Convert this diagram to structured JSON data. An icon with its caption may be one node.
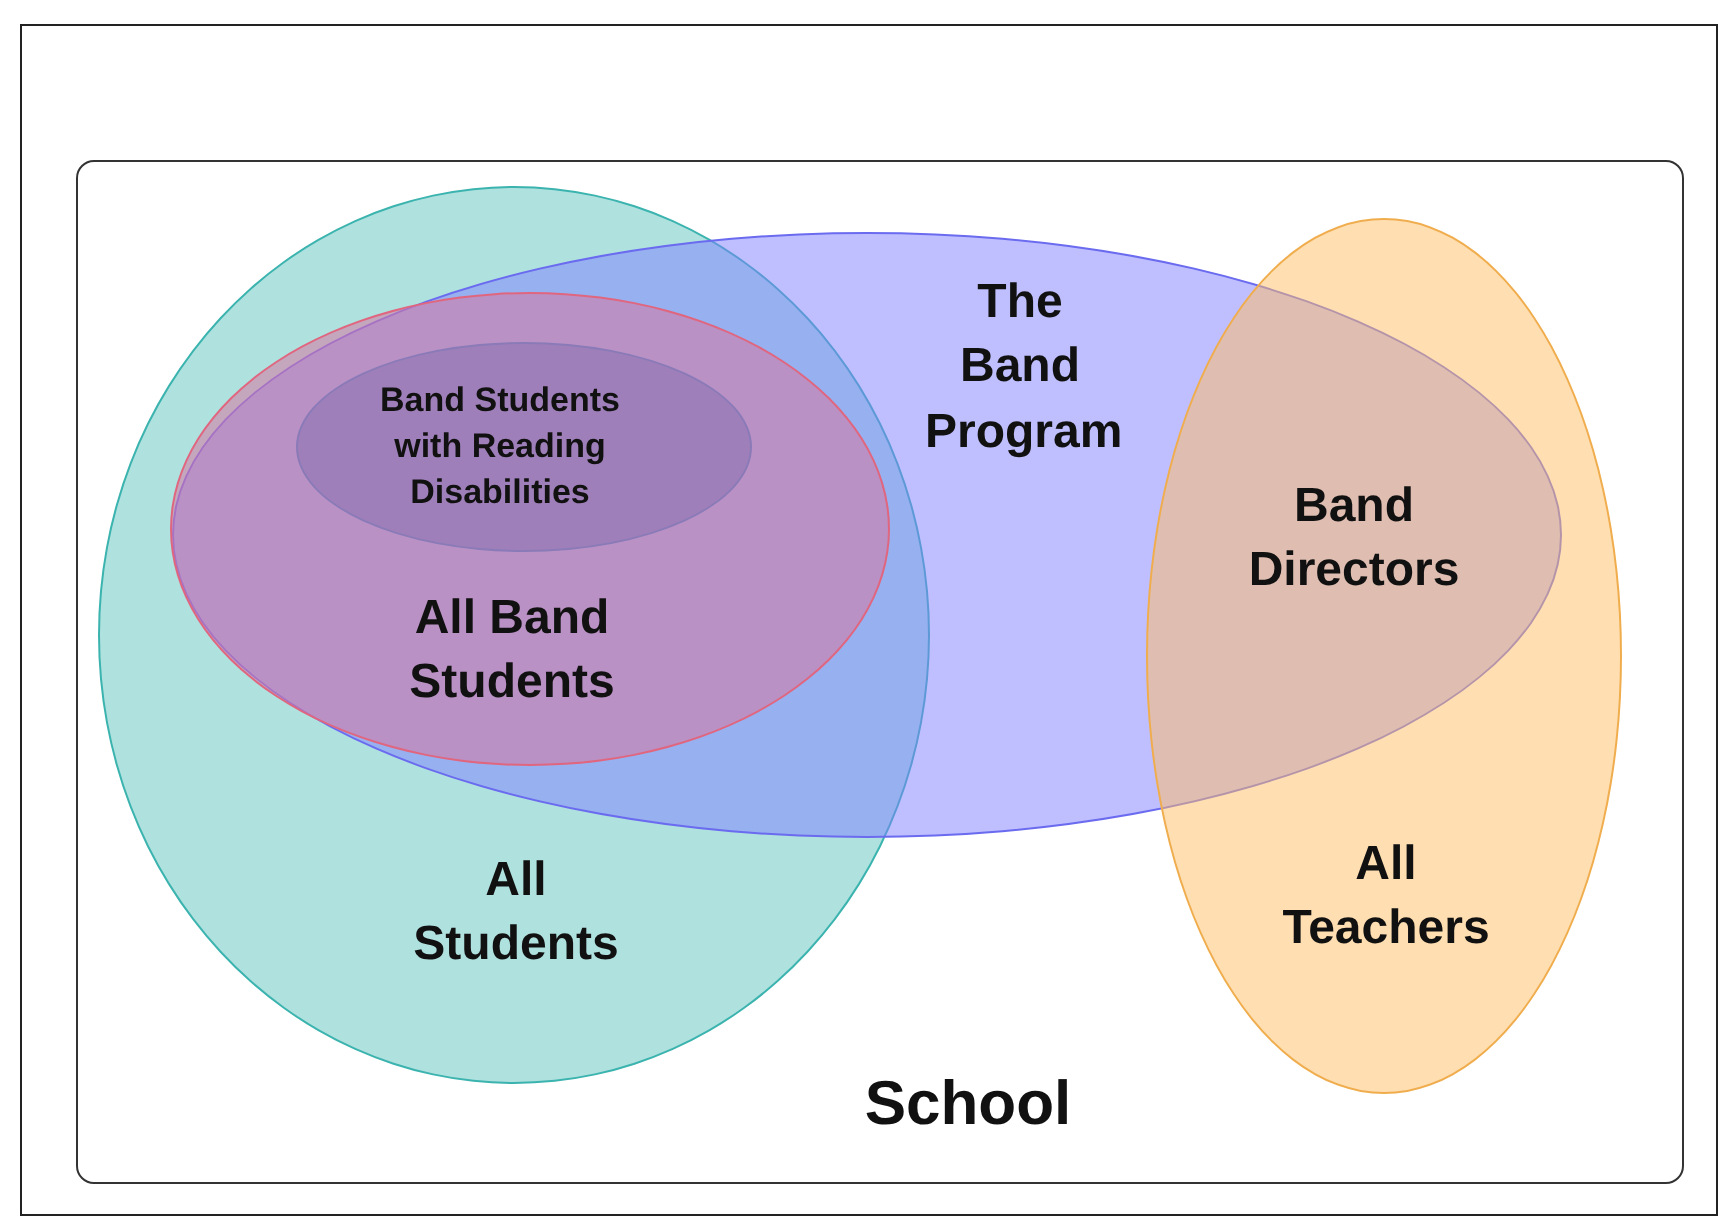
{
  "diagram": {
    "nodes": [
      {
        "text": [
          "School"
        ]
      },
      {
        "text": [
          "All Students"
        ],
        "in": 0
      },
      {
        "text": [
          "The Band Program"
        ],
        "in": 0
      },
      {
        "text": [
          "All Band Students"
        ]
      },
      {
        "text": [
          "Band Students with Reading Disabilities"
        ],
        "in": 3
      },
      {
        "text": [
          "All Teachers"
        ],
        "in": 0
      }
    ],
    "labels": [
      "Band Directors"
    ]
  }
}
